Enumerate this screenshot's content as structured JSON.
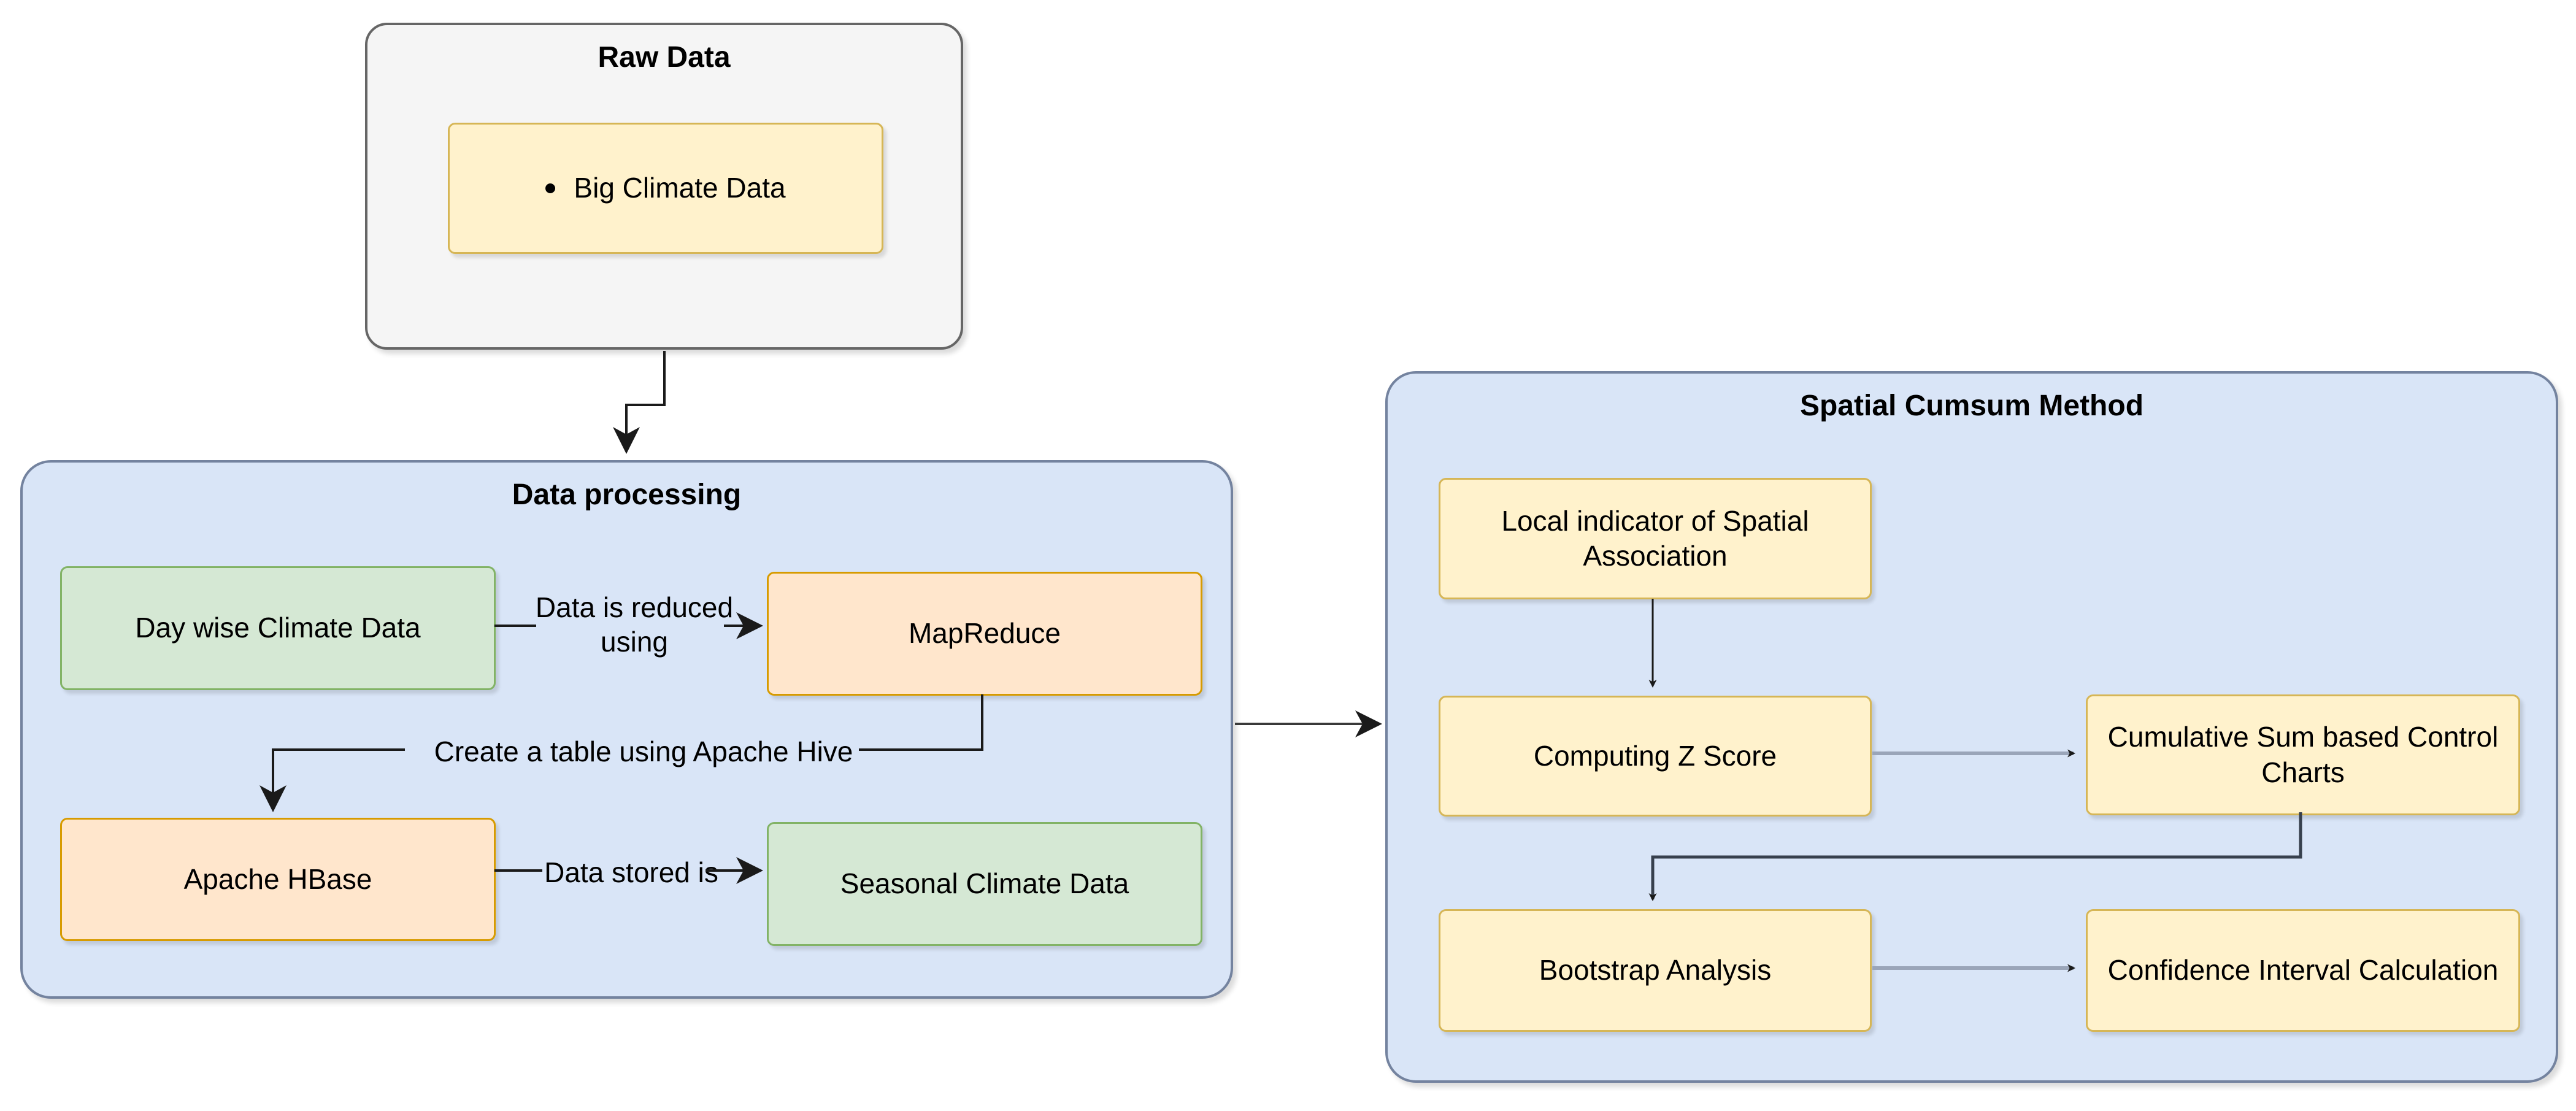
{
  "containers": {
    "raw_data": {
      "title": "Raw Data"
    },
    "data_processing": {
      "title": "Data processing"
    },
    "spatial_cumsum": {
      "title": "Spatial Cumsum Method"
    }
  },
  "nodes": {
    "big_climate_data": {
      "label": "Big Climate Data",
      "bullet": "•"
    },
    "day_wise": {
      "label": "Day wise Climate Data"
    },
    "map_reduce": {
      "label": "MapReduce"
    },
    "apache_hbase": {
      "label": "Apache HBase"
    },
    "seasonal": {
      "label": "Seasonal Climate Data"
    },
    "local_indicator": {
      "label": "Local indicator of Spatial Association"
    },
    "computing_z_score": {
      "label": "Computing Z Score"
    },
    "cumulative_sum": {
      "label": "Cumulative Sum based Control Charts"
    },
    "bootstrap": {
      "label": "Bootstrap Analysis"
    },
    "confidence": {
      "label": "Confidence Interval Calculation"
    }
  },
  "edges": {
    "reduce_label": "Data is reduced using",
    "hive_label": "Create a table using Apache Hive",
    "stored_label": "Data stored is"
  },
  "colors": {
    "container_blue_fill": "#d9e5f7",
    "container_blue_stroke": "#74839f",
    "container_gray_fill": "#f5f5f5",
    "container_gray_stroke": "#666666",
    "node_yellow_fill": "#fff2cc",
    "node_yellow_stroke": "#d6b656",
    "node_orange_fill": "#ffe6cc",
    "node_orange_stroke": "#d79b00",
    "node_green_fill": "#d5e8d4",
    "node_green_stroke": "#82b366",
    "connector_dark": "#1a1a1a",
    "connector_gray": "#9aa5b9"
  }
}
